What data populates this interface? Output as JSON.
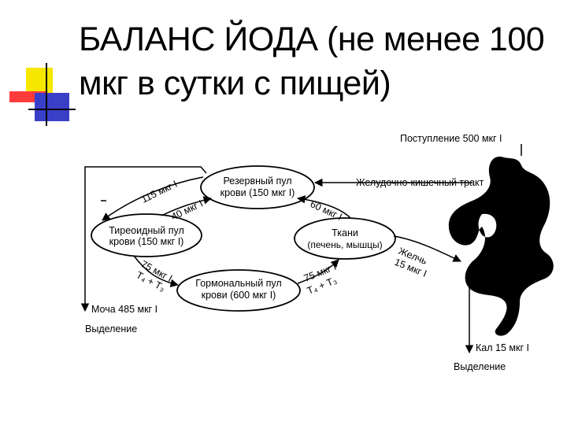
{
  "slide": {
    "title": "БАЛАНС ЙОДА (не менее 100 мкг в сутки с пищей)"
  },
  "diagram": {
    "nodes": {
      "reserve_line1": "Резервный пул",
      "reserve_line2": "крови (150 мкг I)",
      "thyroid_line1": "Тиреоидный пул",
      "thyroid_line2": "крови (150 мкг I)",
      "hormonal_line1": "Гормональный пул",
      "hormonal_line2": "крови (600 мкг I)",
      "tissue_line1": "Ткани",
      "tissue_line2": "(печень, мышцы)"
    },
    "labels": {
      "intake": "Поступление 500 мкг I",
      "gi_tract": "Желудочно-кишечный тракт",
      "flow_115": "115 мкг I",
      "flow_40": "40 мкг I",
      "flow_60": "60 мкг I",
      "flow_75_left": "75 мкг I",
      "t4t3_left": "T₄ + T₃",
      "flow_75_right": "75 мкг I",
      "t4t3_right": "T₄ + T₃",
      "bile_1": "Желчь",
      "bile_2": "15 мкг I",
      "urine": "Моча 485 мкг I",
      "excretion_left": "Выделение",
      "feces": "Кал 15 мкг I",
      "excretion_right": "Выделение"
    }
  }
}
